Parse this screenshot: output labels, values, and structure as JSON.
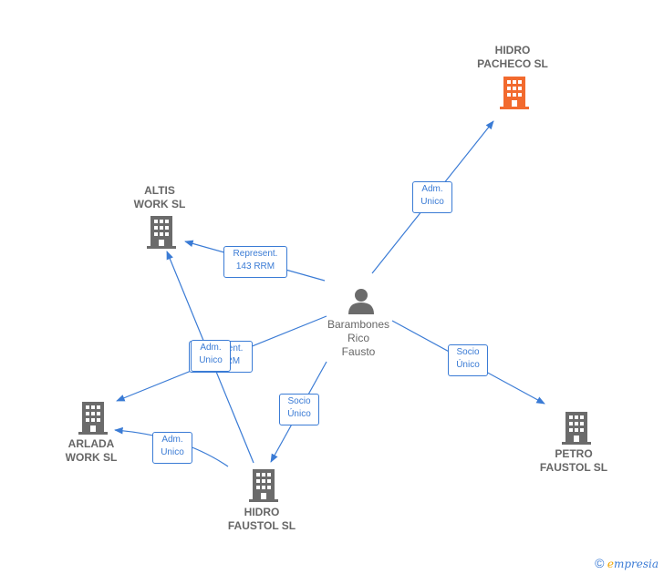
{
  "colors": {
    "edge": "#3a7bd5",
    "building": "#6b6b6b",
    "building_highlight": "#f26a2e",
    "person": "#6b6b6b"
  },
  "nodes": {
    "hidro_pacheco": {
      "label": "HIDRO\nPACHECO  SL",
      "icon": "building-icon-highlight"
    },
    "altis_work": {
      "label": "ALTIS\nWORK  SL",
      "icon": "building-icon"
    },
    "person": {
      "label": "Barambones\nRico\nFausto",
      "icon": "person-icon"
    },
    "arlada_work": {
      "label": "ARLADA\nWORK  SL",
      "icon": "building-icon"
    },
    "hidro_faustol": {
      "label": "HIDRO\nFAUSTOL  SL",
      "icon": "building-icon"
    },
    "petro_faustol": {
      "label": "PETRO\nFAUSTOL  SL",
      "icon": "building-icon"
    }
  },
  "edges": {
    "e1": "Adm.\nUnico",
    "e2": "Represent.\n143 RRM",
    "e3_back": "Represent.\n143 RRM",
    "e3": "Adm.\nUnico",
    "e4": "Socio\nÚnico",
    "e5": "Socio\nÚnico",
    "e6": "Adm.\nUnico"
  },
  "footer": {
    "copyright": "©",
    "brand_e": "e",
    "brand_rest": "mpresia"
  }
}
